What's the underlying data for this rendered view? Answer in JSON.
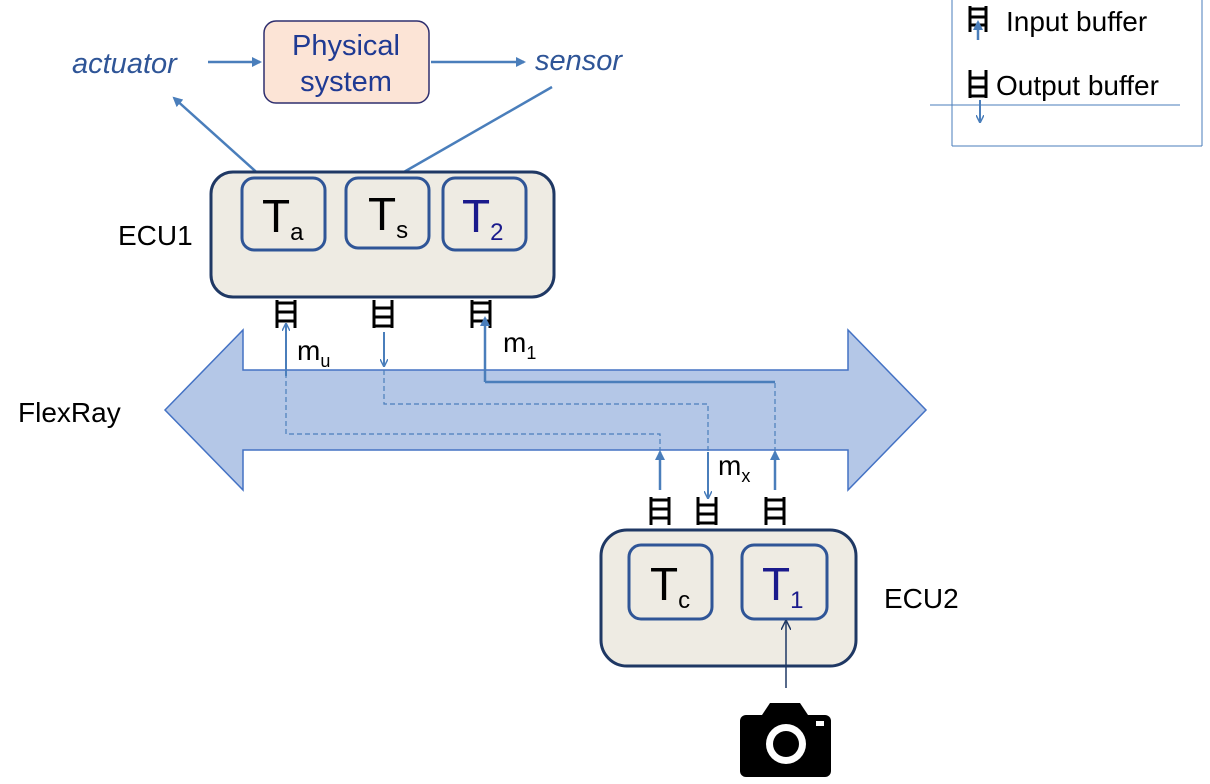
{
  "diagram": {
    "bus_label": "FlexRay",
    "physical_system": {
      "line1": "Physical",
      "line2": "system"
    },
    "actuator_label": "actuator",
    "sensor_label": "sensor",
    "ecu1": {
      "label": "ECU1",
      "tasks": [
        {
          "main": "T",
          "sub": "a"
        },
        {
          "main": "T",
          "sub": "s"
        },
        {
          "main": "T",
          "sub": "2"
        }
      ]
    },
    "ecu2": {
      "label": "ECU2",
      "tasks": [
        {
          "main": "T",
          "sub": "c"
        },
        {
          "main": "T",
          "sub": "1"
        }
      ]
    },
    "messages": {
      "mu": {
        "main": "m",
        "sub": "u"
      },
      "m1": {
        "main": "m",
        "sub": "1"
      },
      "mx": {
        "main": "m",
        "sub": "x"
      }
    },
    "legend": {
      "input": "Input buffer",
      "output": "Output buffer"
    },
    "colors": {
      "bus_fill": "#b4c7e7",
      "bus_stroke": "#4472c4",
      "ecu_fill": "#eeebe3",
      "ecu_stroke": "#1f3864",
      "physical_fill": "#fce4d6",
      "arrow": "#4a7ebb"
    },
    "icons": [
      "camera-icon",
      "input-buffer-icon",
      "output-buffer-icon"
    ]
  }
}
